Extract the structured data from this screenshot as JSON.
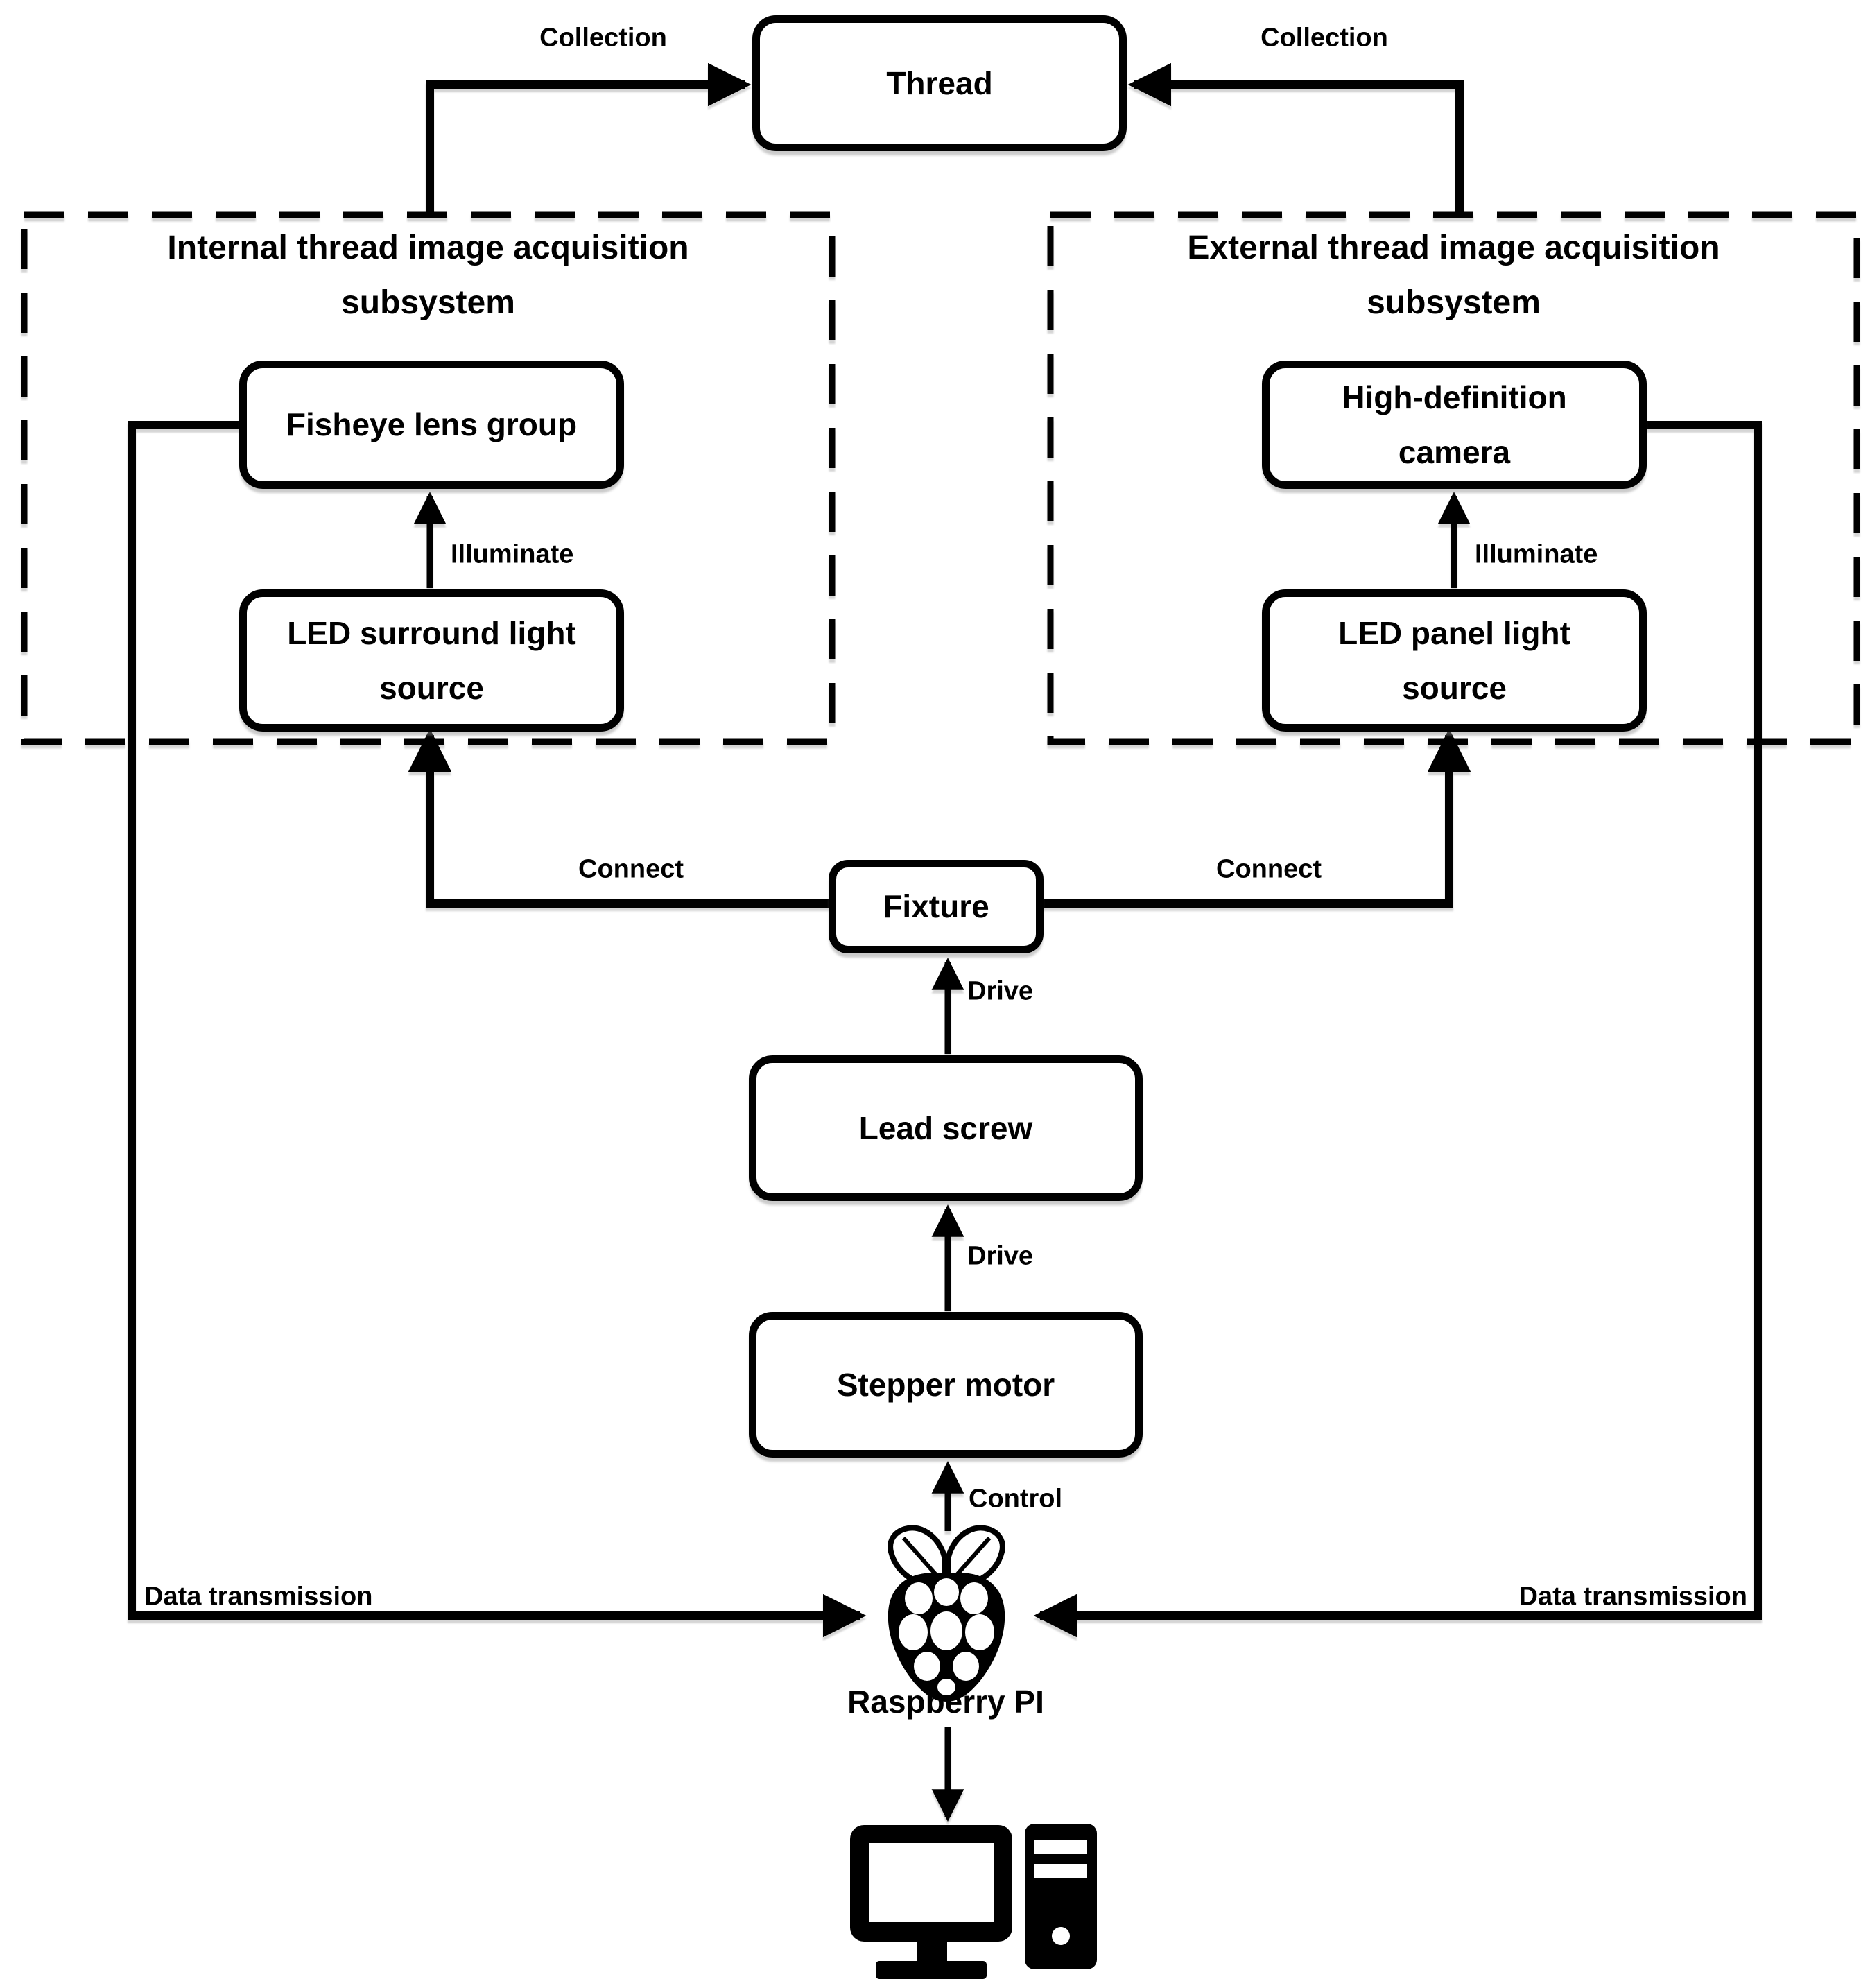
{
  "nodes": {
    "thread": {
      "label": "Thread"
    },
    "fisheye": {
      "label": "Fisheye lens group"
    },
    "led_surround": {
      "label": "LED surround light source"
    },
    "hd_camera": {
      "label": "High-definition camera"
    },
    "led_panel": {
      "label": "LED panel light source"
    },
    "fixture": {
      "label": "Fixture"
    },
    "lead_screw": {
      "label": "Lead screw"
    },
    "stepper_motor": {
      "label": "Stepper motor"
    },
    "raspberry_pi": {
      "label": "Raspberry PI"
    }
  },
  "subsystems": {
    "internal": {
      "title_line1": "Internal thread image acquisition",
      "title_line2": "subsystem"
    },
    "external": {
      "title_line1": "External thread image acquisition",
      "title_line2": "subsystem"
    }
  },
  "edge_labels": {
    "collection_left": "Collection",
    "collection_right": "Collection",
    "illuminate_left": "Illuminate",
    "illuminate_right": "Illuminate",
    "connect_left": "Connect",
    "connect_right": "Connect",
    "drive_fixture": "Drive",
    "drive_lead_screw": "Drive",
    "control": "Control",
    "data_transmission_left": "Data transmission",
    "data_transmission_right": "Data transmission"
  },
  "icons": {
    "raspberry": "raspberry-pi-icon",
    "computer": "desktop-computer-icon"
  },
  "colors": {
    "line": "#000000",
    "background": "#ffffff",
    "box_fill": "#ffffff"
  }
}
